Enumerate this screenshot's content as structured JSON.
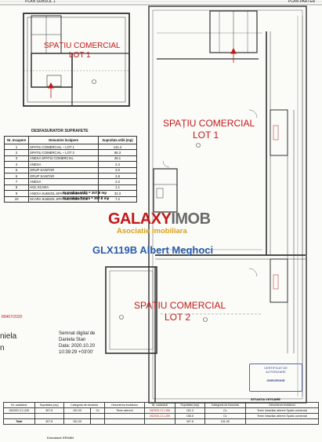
{
  "header": {
    "left_title": "PLAN SUBSOL 1",
    "right_title": "PLAN PARTER"
  },
  "labels": {
    "lot1_basement_line1": "SPAȚIU COMERCIAL",
    "lot1_basement_line2": "LOT 1",
    "lot1_ground_line1": "SPAȚIU COMERCIAL",
    "lot1_ground_line2": "LOT 1",
    "lot2_line1": "SPAȚIU COMERCIAL",
    "lot2_line2": "LOT 2"
  },
  "surface_table": {
    "title": "DESFASURATOR SUPRAFETE",
    "columns": [
      "Nr. Incapere",
      "Denumire încăpere",
      "Suprafata utilă (mp)"
    ],
    "rows": [
      [
        "1",
        "SPATIU COMERCIAL – LOT 1",
        "141.4"
      ],
      [
        "2",
        "SPATIU COMERCIAL – LOT 2",
        "86.3"
      ],
      [
        "3",
        "ANEXA SPATIU COMERCIAL",
        "29.1"
      ],
      [
        "4",
        "ANEXA",
        "2.4"
      ],
      [
        "5",
        "GRUP SANITAR",
        "3.0"
      ],
      [
        "6",
        "GRUP SANITAR",
        "2.8"
      ],
      [
        "7",
        "ANEXA",
        "2.2"
      ],
      [
        "8",
        "HOL SCARA",
        "1.1"
      ],
      [
        "9",
        "ANEXA SUBSOL SPATIU COMERCIAL",
        "32.3"
      ],
      [
        "10",
        "SCARA SUBSOL SPATIU COMERCIAL",
        "7.2"
      ]
    ],
    "total_useful": "Suprafata Utilă = 307.8 mp",
    "total": "Suprafata Totală = 307.8 mp"
  },
  "reference": "89467/2020",
  "watermark": {
    "brand_a": "GALAXY",
    "brand_b": "IMOB",
    "subtitle": "Asociatie Imobiliara",
    "code": "GLX119B Albert Meghoci"
  },
  "signature": {
    "name_left": "niela",
    "name_left2": "n",
    "line1": "Semnat digital de",
    "line2": "Daniela Stan",
    "line3": "Data: 2020.10.20",
    "line4": "10:39:29 +03'00'"
  },
  "stamp": {
    "line1": "CERTIFICAT DE",
    "line2": "AUTORIZARE",
    "line3": "GHEORGHE"
  },
  "bottom_table": {
    "situation": "SITUATIA VIITOARE",
    "h1": "Nr. cadastral",
    "h2": "Suprafata (mp)",
    "h3": "Categoria de folosinta",
    "h4": "Descrierea imobilului",
    "h5": "Nr. cadastral",
    "h6": "Suprafata (mp)",
    "h7": "Categoria de folosinta",
    "h8": "Descrierea imobilului",
    "r1c1": "262920-C1-U26",
    "r1c2": "307.8",
    "r1c3": "151.09",
    "r1c4": "Cc",
    "r1c5": "Teren aferent",
    "r1c6": "262920-C1-U58",
    "r1c7": "151.3",
    "r1c8": "Cc",
    "r1c9": "Teren intravilan aferent Spatiu comercial",
    "r2c6": "262920-C1-U59",
    "r2c7": "156.5",
    "r2c8": "Cc",
    "r2c9": "Teren intravilan aferent Spatiu comercial",
    "total_label": "Total",
    "total1": "307.8",
    "total2": "151.09",
    "total3": "307.8",
    "total4": "151.09",
    "footer": "Executant: ERHAN"
  }
}
